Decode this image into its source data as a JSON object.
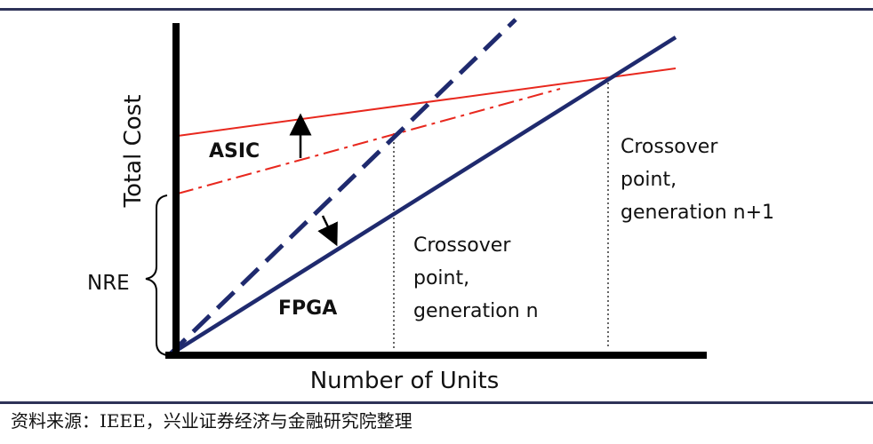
{
  "diagram": {
    "y_axis_label": "Total Cost",
    "x_axis_label": "Number of Units",
    "asic_label": "ASIC",
    "fpga_label": "FPGA",
    "nre_label": "NRE",
    "crossover_n": [
      "Crossover",
      "point,",
      "generation n"
    ],
    "crossover_n1": [
      "Crossover",
      "point,",
      "generation n+1"
    ],
    "colors": {
      "asic": "#e8281e",
      "fpga": "#1f2a6e",
      "axis": "#000000"
    }
  },
  "source": "资料来源：IEEE，兴业证券经济与金融研究院整理"
}
